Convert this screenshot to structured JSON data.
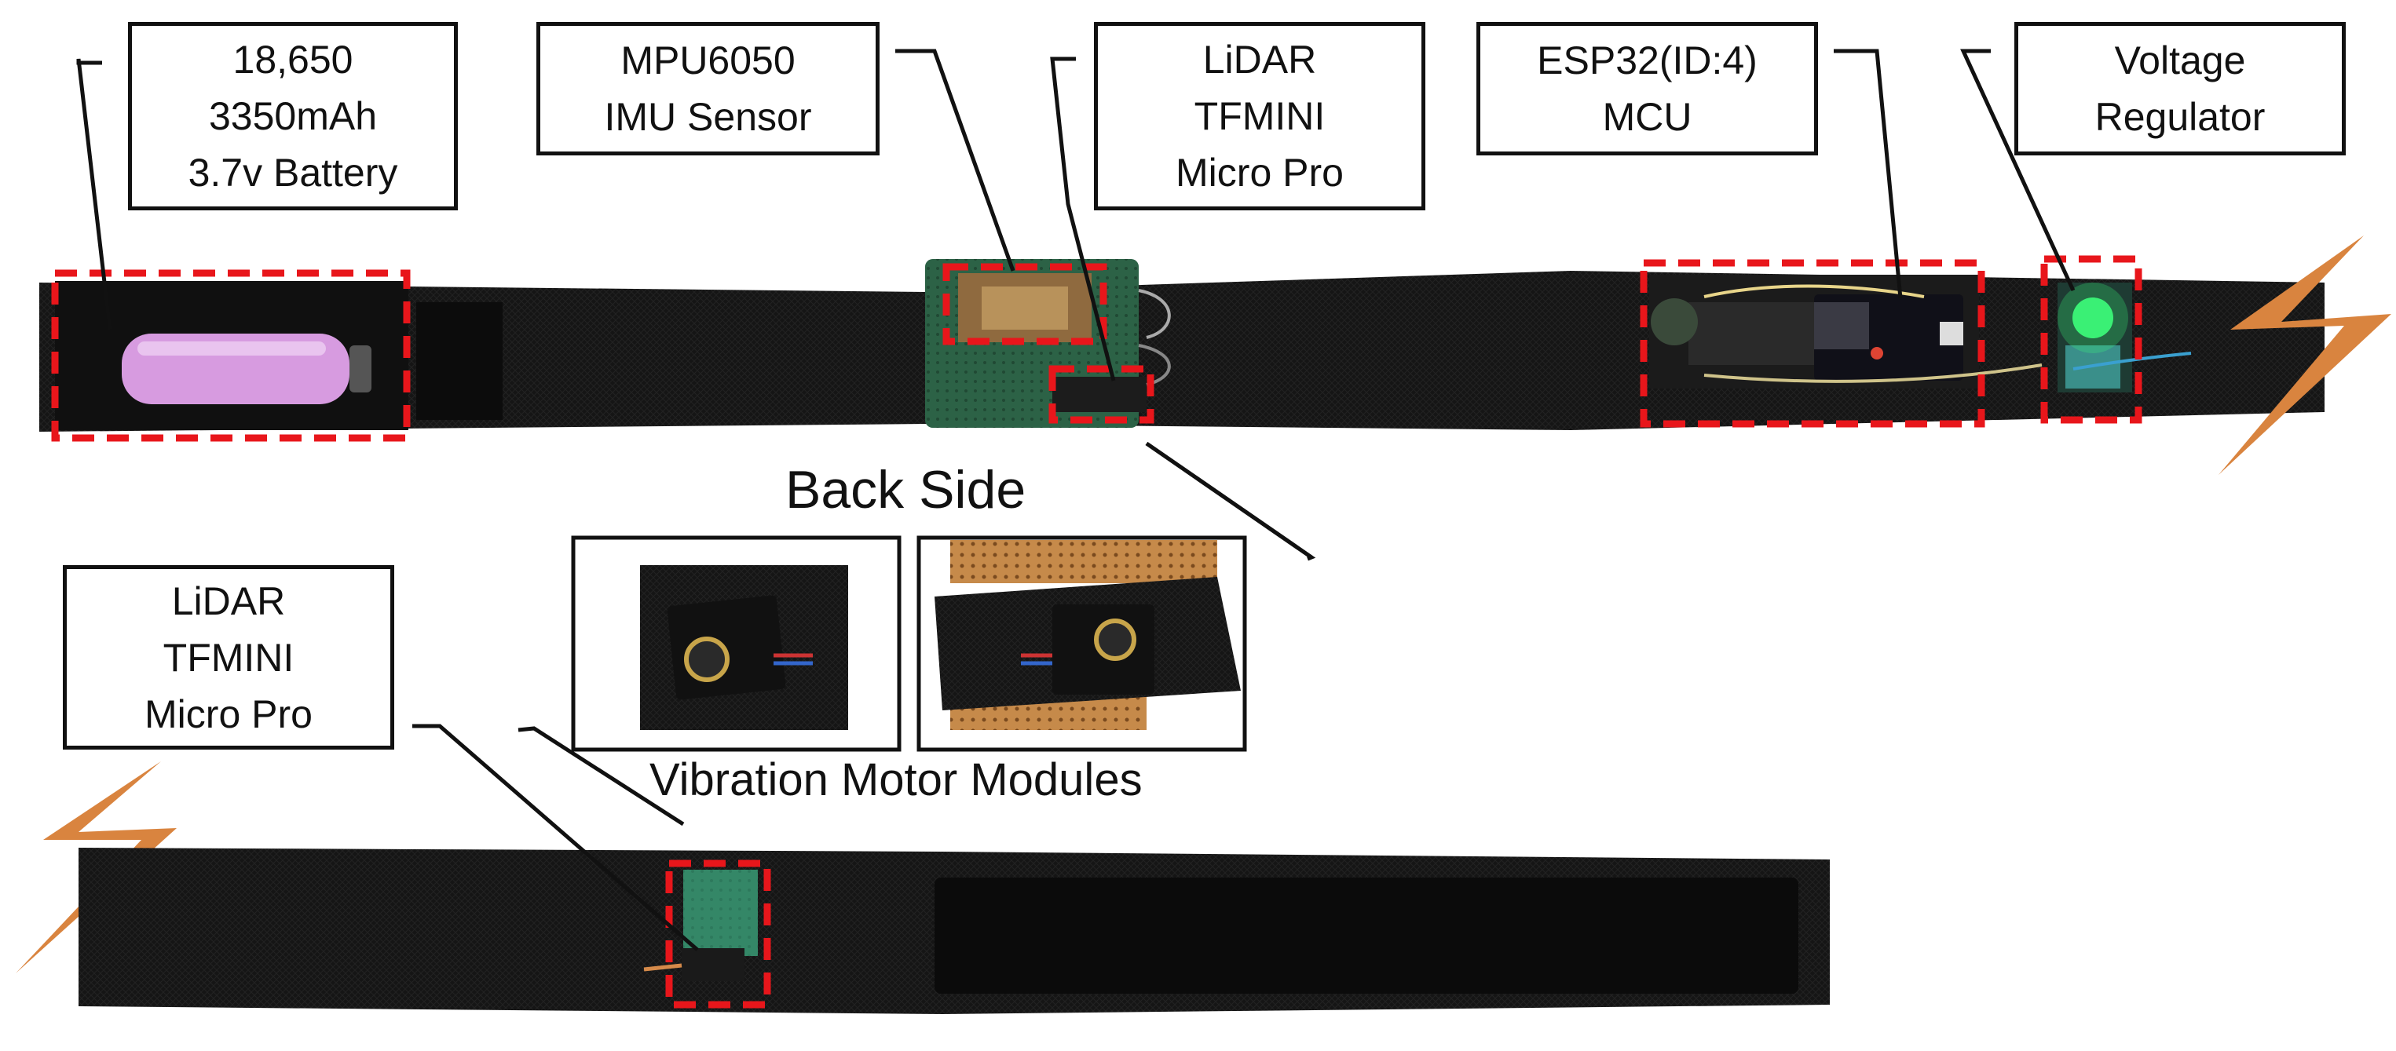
{
  "labels": {
    "battery": [
      "18,650",
      "3350mAh",
      "3.7v Battery"
    ],
    "imu": [
      "MPU6050",
      "IMU Sensor"
    ],
    "lidar_top": [
      "LiDAR",
      "TFMINI",
      "Micro Pro"
    ],
    "mcu": [
      "ESP32(ID:4)",
      "MCU"
    ],
    "regulator": [
      "Voltage",
      "Regulator"
    ],
    "lidar_bottom": [
      "LiDAR",
      "TFMINI",
      "Micro Pro"
    ]
  },
  "captions": {
    "back_side": "Back Side",
    "vibration": "Vibration Motor Modules"
  },
  "colors": {
    "highlight": "#e8161b",
    "strap": "#141414",
    "lightning": "#d9843f",
    "battery_cell": "#d79be0",
    "pcb_green": "#2f6a4a",
    "led_green": "#3dff7a"
  }
}
